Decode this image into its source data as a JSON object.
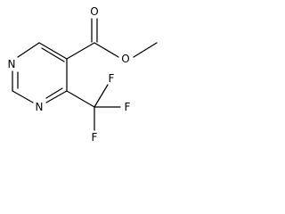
{
  "molecule": {
    "atoms": {
      "n1": "N",
      "n3": "N",
      "o_carbonyl": "O",
      "o_ester": "O",
      "f1": "F",
      "f2": "F",
      "f3": "F"
    }
  }
}
